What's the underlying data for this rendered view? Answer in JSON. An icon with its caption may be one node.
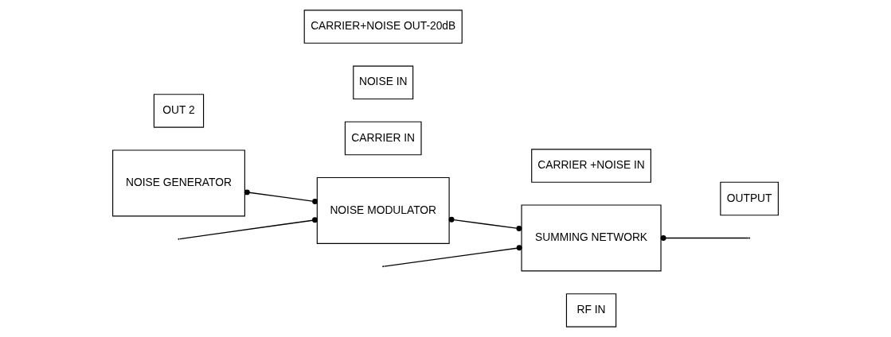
{
  "diagram": {
    "nodes": [
      {
        "text": [
          "RF IN"
        ]
      },
      {
        "text": [
          "SUMMING NETWORK"
        ]
      },
      {
        "text": [
          "OUTPUT"
        ]
      },
      {
        "text": [
          "CARRIER +NOISE IN"
        ]
      },
      {
        "text": [
          "CARRIER IN"
        ]
      },
      {
        "text": [
          "NOISE MODULATOR"
        ]
      },
      {
        "text": [
          "NOISE GENERATOR"
        ]
      },
      {
        "text": [
          "OUT 2"
        ]
      },
      {
        "text": [
          "NOISE IN"
        ]
      },
      {
        "text": [
          "CARRIER+NOISE OUT-20dB"
        ]
      }
    ],
    "edges": [
      {
        "from": null,
        "to": 1,
        "arrow": "other"
      },
      {
        "from": 1,
        "to": null,
        "arrow": "other"
      },
      {
        "from": null,
        "to": 5,
        "arrow": "other"
      },
      {
        "from": 6,
        "to": 5,
        "arrow": "other"
      },
      {
        "from": 5,
        "to": 1,
        "arrow": "other"
      }
    ]
  }
}
